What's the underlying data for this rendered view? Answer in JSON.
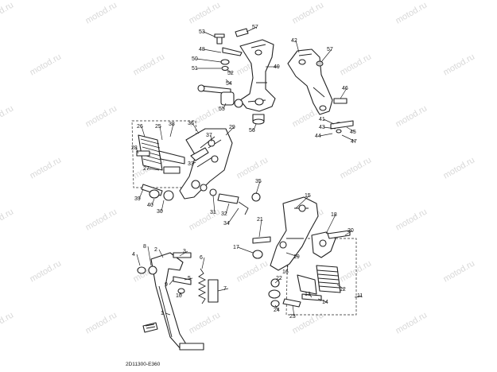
{
  "watermark": {
    "text": "motod.ru"
  },
  "diagram_code": "2D11300-E360",
  "colors": {
    "line": "#222222",
    "background": "#ffffff",
    "watermark": "#d8d8d8"
  },
  "callouts": [
    "1",
    "2",
    "3",
    "4",
    "5",
    "6",
    "7",
    "8",
    "9",
    "10",
    "11",
    "12",
    "13",
    "14",
    "15",
    "16",
    "17",
    "18",
    "19",
    "20",
    "21",
    "22",
    "23",
    "24",
    "25",
    "26",
    "27",
    "28",
    "29",
    "30",
    "31",
    "32",
    "33",
    "34",
    "35",
    "36",
    "37",
    "38",
    "39",
    "40",
    "41",
    "42",
    "43",
    "44",
    "45",
    "46",
    "47",
    "48",
    "49",
    "50",
    "51",
    "52",
    "53",
    "54",
    "55",
    "56",
    "57"
  ]
}
